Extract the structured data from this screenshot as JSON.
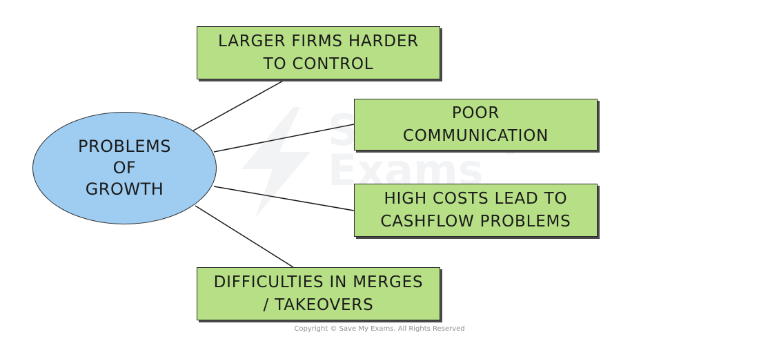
{
  "diagram": {
    "center": {
      "label": "PROBLEMS\nOF\nGROWTH",
      "color": "#9fcdf1"
    },
    "branches": [
      {
        "id": "box-1",
        "label": "LARGER FIRMS HARDER\nTO CONTROL"
      },
      {
        "id": "box-2",
        "label": "POOR\nCOMMUNICATION"
      },
      {
        "id": "box-3",
        "label": "HIGH COSTS LEAD TO\nCASHFLOW PROBLEMS"
      },
      {
        "id": "box-4",
        "label": "DIFFICULTIES IN MERGES\n/ TAKEOVERS"
      }
    ],
    "box_color": "#b6df86"
  },
  "watermark": {
    "text": "Save My\nExams"
  },
  "footer": {
    "copyright": "Copyright © Save My Exams. All Rights Reserved"
  }
}
